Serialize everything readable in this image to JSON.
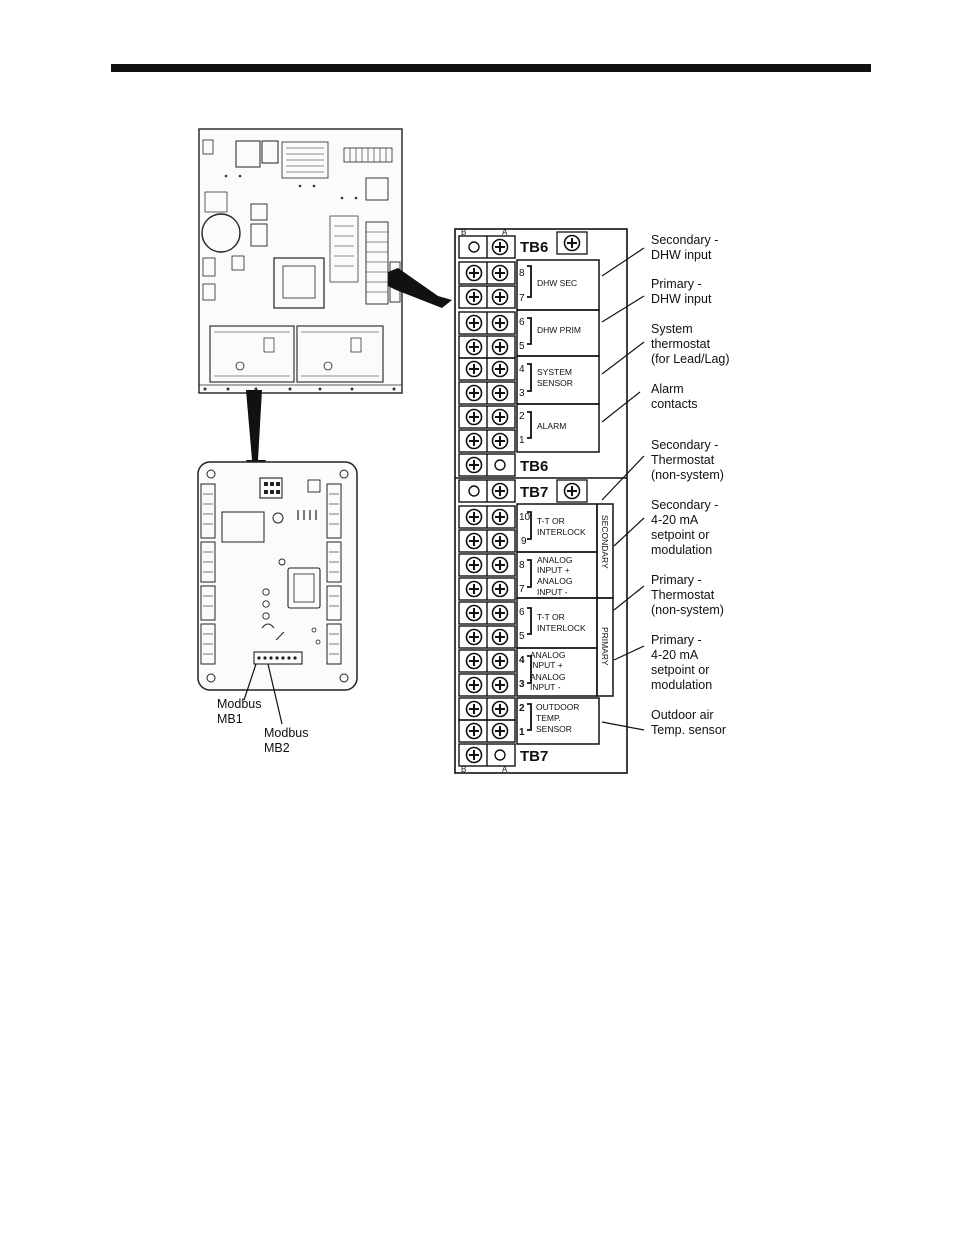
{
  "terminal_block": {
    "col_b": "B",
    "col_a": "A",
    "tb6": "TB6",
    "tb7": "TB7",
    "pins": {
      "tb6_8": "8",
      "tb6_7": "7",
      "tb6_6": "6",
      "tb6_5": "5",
      "tb6_4": "4",
      "tb6_3": "3",
      "tb6_2": "2",
      "tb6_1": "1",
      "tb7_10": "10",
      "tb7_9": "9",
      "tb7_8": "8",
      "tb7_7": "7",
      "tb7_6": "6",
      "tb7_5": "5",
      "tb7_4": "4",
      "tb7_3": "3",
      "tb7_2": "2",
      "tb7_1": "1"
    },
    "groups": {
      "dhw_sec": "DHW SEC",
      "dhw_prim": "DHW PRIM",
      "system_sensor_1": "SYSTEM",
      "system_sensor_2": "SENSOR",
      "alarm": "ALARM",
      "tt_sec_1": "T-T OR",
      "tt_sec_2": "INTERLOCK",
      "analog_sec_1": "ANALOG",
      "analog_sec_2": "INPUT +",
      "analog_sec_3": "ANALOG",
      "analog_sec_4": "INPUT -",
      "tt_prim_1": "T-T OR",
      "tt_prim_2": "INTERLOCK",
      "analog_prim_1": "ANALOG",
      "analog_prim_2": "INPUT +",
      "analog_prim_3": "ANALOG",
      "analog_prim_4": "INPUT -",
      "outdoor_1": "OUTDOOR",
      "outdoor_2": "TEMP.",
      "outdoor_3": "SENSOR"
    },
    "vertical": {
      "secondary": "SECONDARY",
      "primary": "PRIMARY"
    }
  },
  "callouts": {
    "secondary_dhw": [
      "Secondary -",
      "DHW input"
    ],
    "primary_dhw": [
      "Primary -",
      "DHW input"
    ],
    "system_thermostat": [
      "System",
      "thermostat",
      "(for Lead/Lag)"
    ],
    "alarm_contacts": [
      "Alarm",
      "contacts"
    ],
    "secondary_thermostat": [
      "Secondary -",
      "Thermostat",
      "(non-system)"
    ],
    "secondary_420": [
      "Secondary -",
      "4-20 mA",
      "setpoint or",
      "modulation"
    ],
    "primary_thermostat": [
      "Primary -",
      "Thermostat",
      "(non-system)"
    ],
    "primary_420": [
      "Primary -",
      "4-20 mA",
      "setpoint or",
      "modulation"
    ],
    "outdoor_sensor": [
      "Outdoor air",
      "Temp. sensor"
    ]
  },
  "modbus": {
    "mb1": [
      "Modbus",
      "MB1"
    ],
    "mb2": [
      "Modbus",
      "MB2"
    ]
  }
}
